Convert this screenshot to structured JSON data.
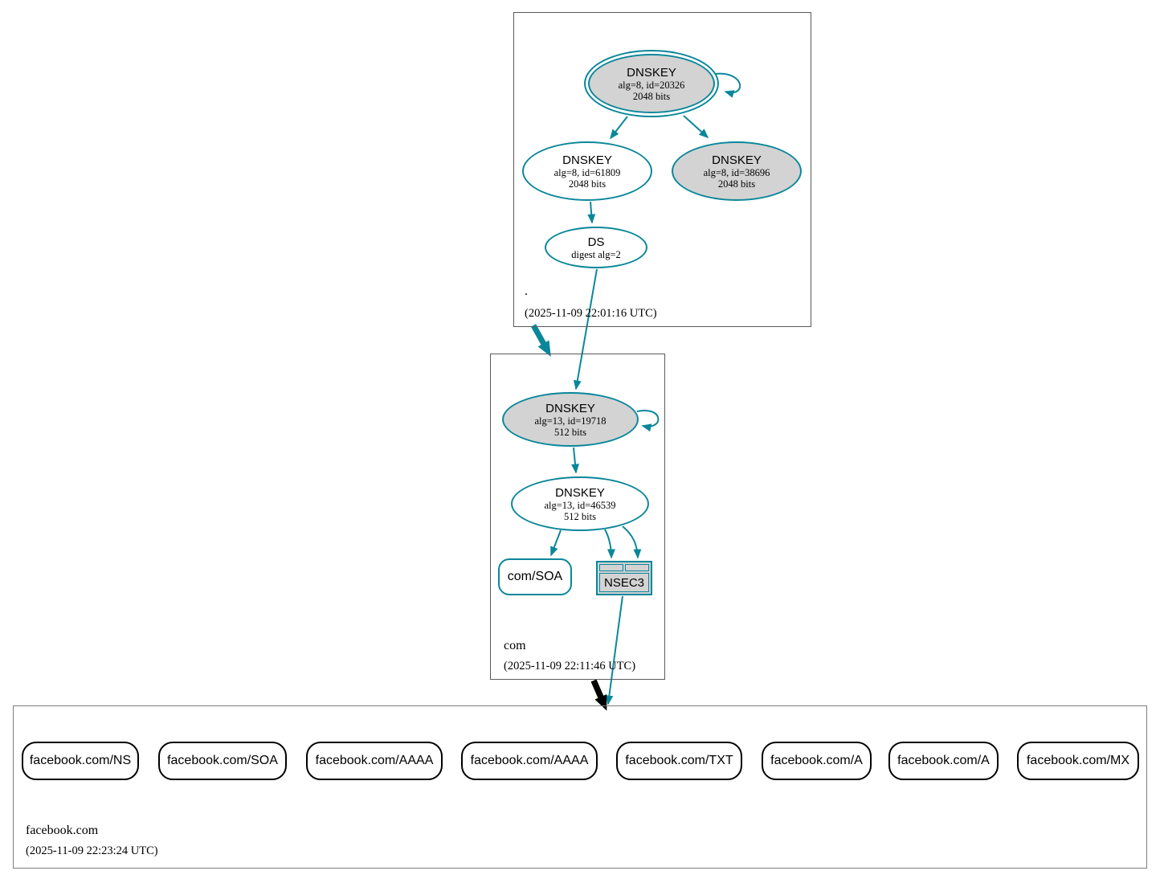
{
  "colors": {
    "secure": "#0a879a",
    "insecure": "#000000",
    "sep_fill": "#d3d3d3",
    "node_fill": "#ffffff",
    "zone_border": "#5a5a5a"
  },
  "zones": [
    {
      "name": ".",
      "timestamp": "(2025-11-09 22:01:16 UTC)",
      "nodes": [
        {
          "title": "DNSKEY",
          "detail1": "alg=8, id=20326",
          "detail2": "2048 bits"
        },
        {
          "title": "DNSKEY",
          "detail1": "alg=8, id=61809",
          "detail2": "2048 bits"
        },
        {
          "title": "DNSKEY",
          "detail1": "alg=8, id=38696",
          "detail2": "2048 bits"
        },
        {
          "title": "DS",
          "detail1": "digest alg=2"
        }
      ]
    },
    {
      "name": "com",
      "timestamp": "(2025-11-09 22:11:46 UTC)",
      "nodes": [
        {
          "title": "DNSKEY",
          "detail1": "alg=13, id=19718",
          "detail2": "512 bits"
        },
        {
          "title": "DNSKEY",
          "detail1": "alg=13, id=46539",
          "detail2": "512 bits"
        },
        {
          "label": "com/SOA"
        },
        {
          "label": "NSEC3"
        }
      ]
    },
    {
      "name": "facebook.com",
      "timestamp": "(2025-11-09 22:23:24 UTC)",
      "rrsets": [
        "facebook.com/NS",
        "facebook.com/SOA",
        "facebook.com/AAAA",
        "facebook.com/AAAA",
        "facebook.com/TXT",
        "facebook.com/A",
        "facebook.com/A",
        "facebook.com/MX"
      ]
    }
  ]
}
